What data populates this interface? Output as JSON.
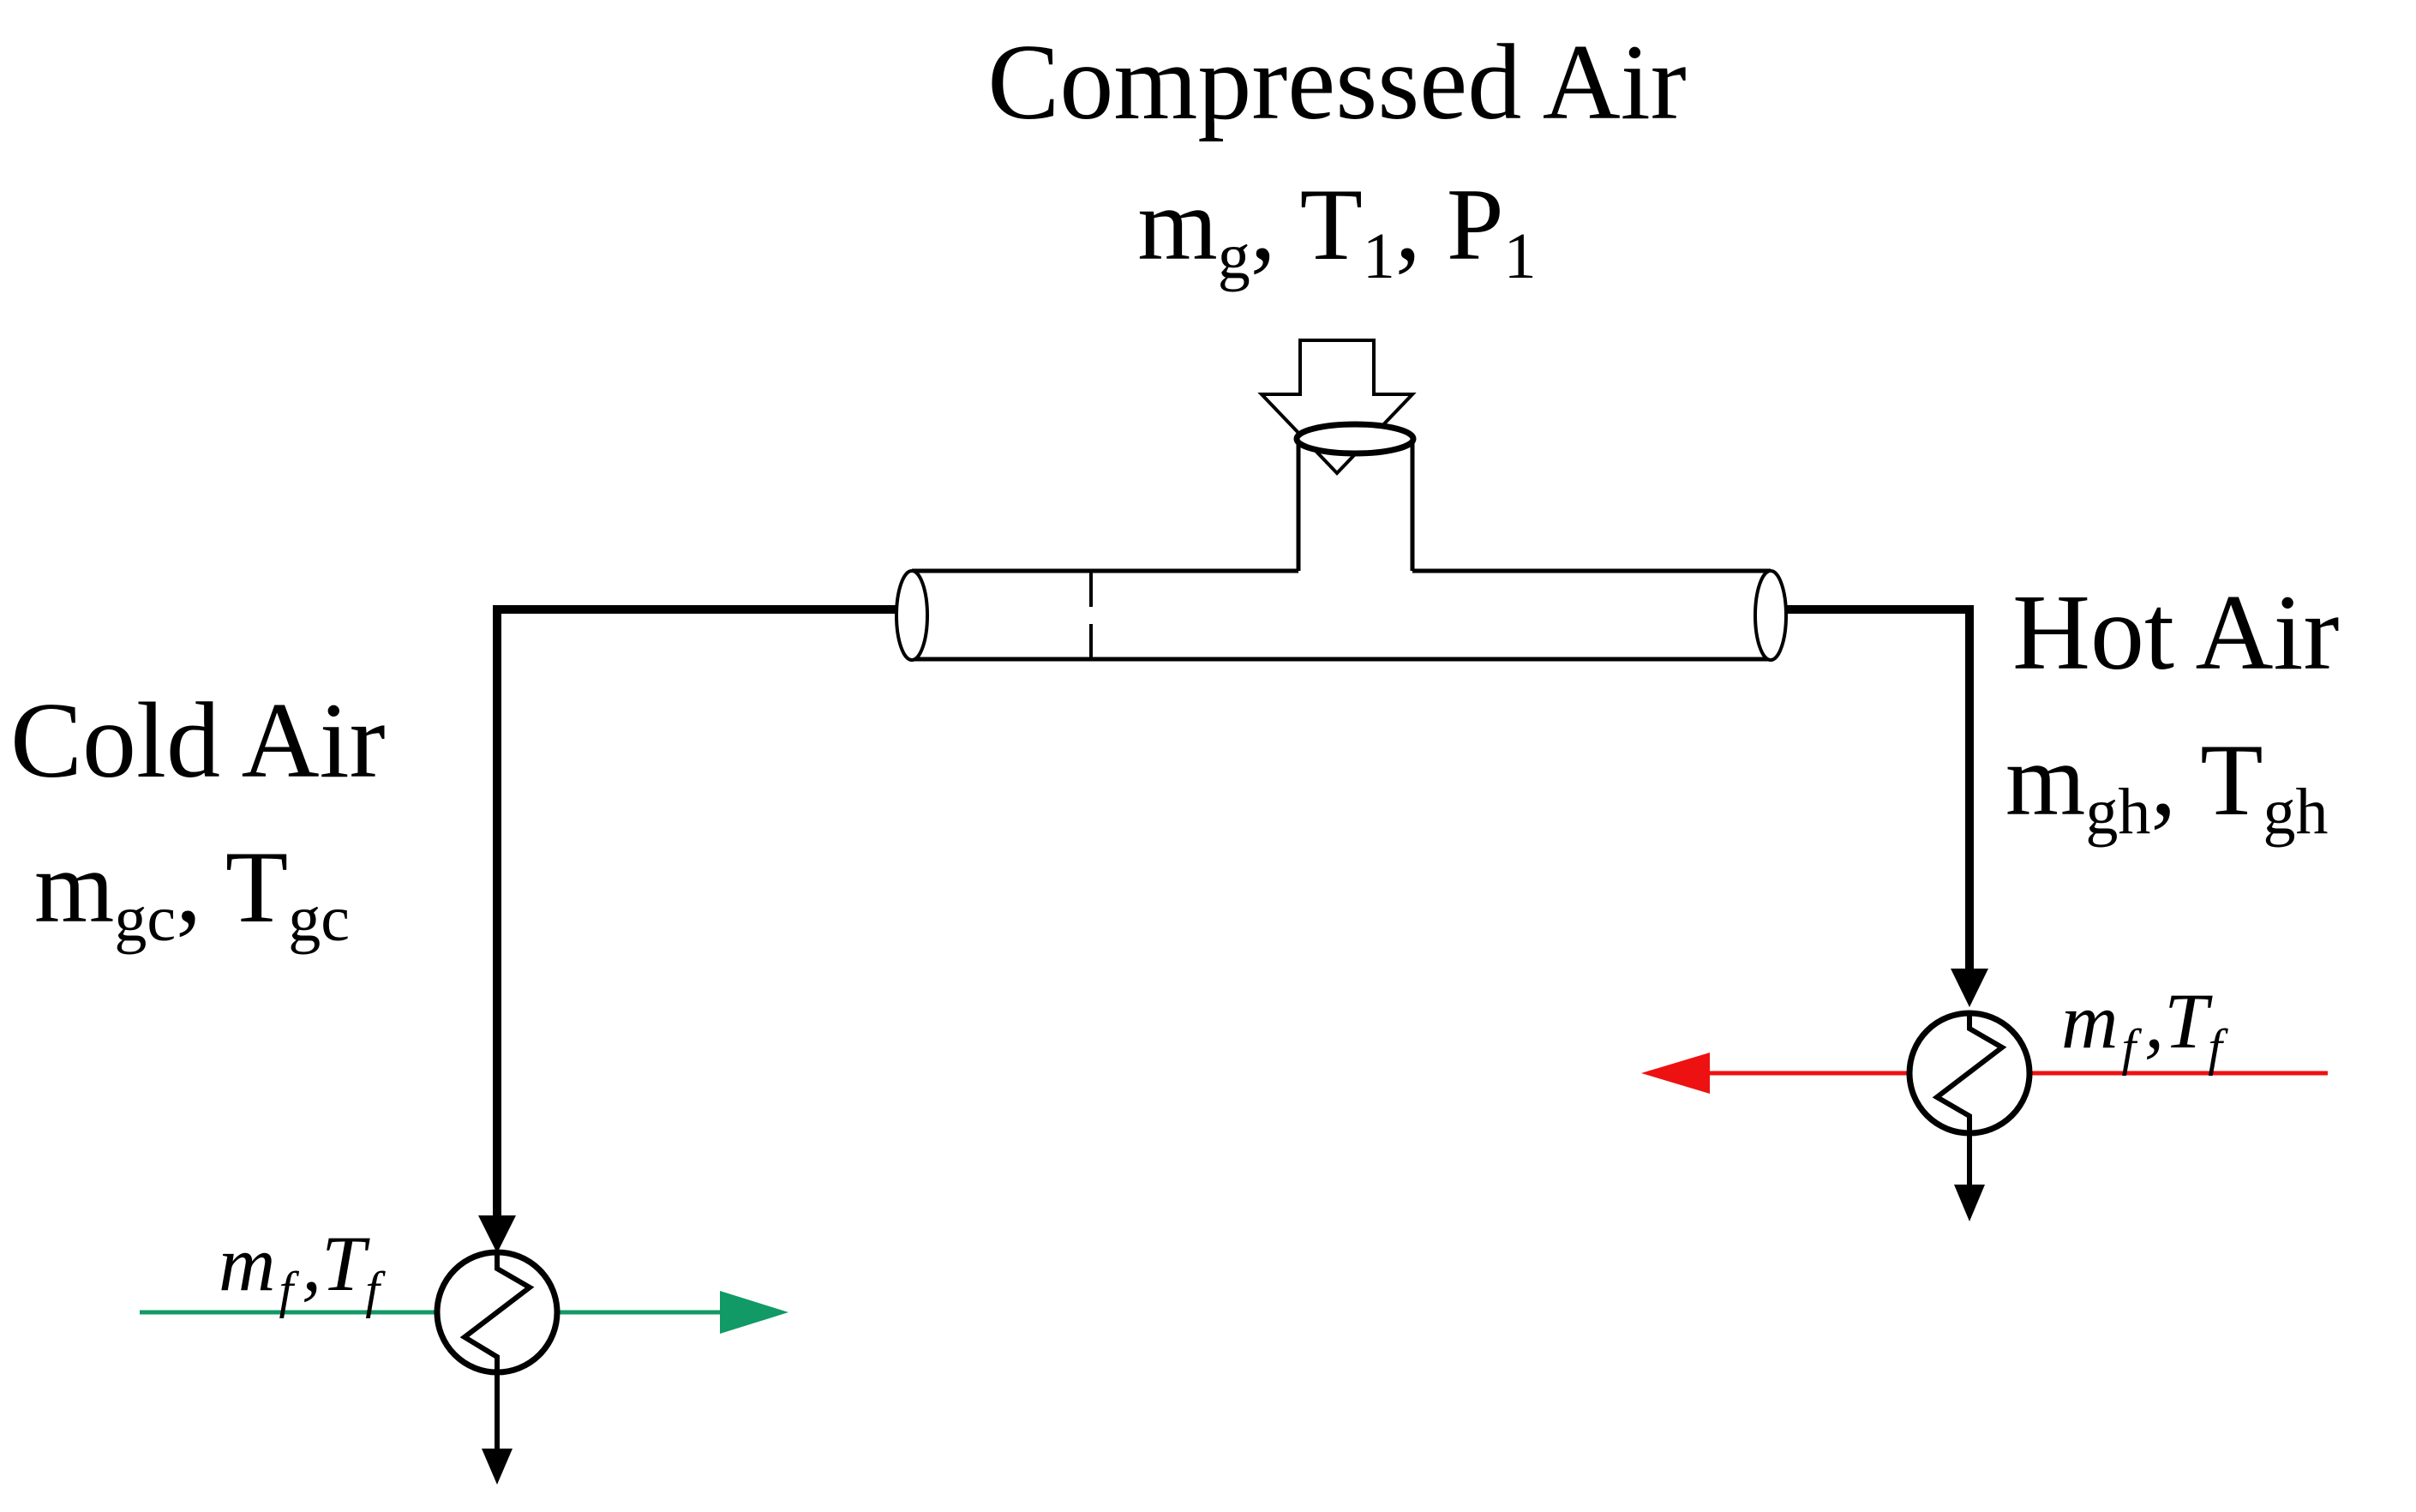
{
  "compressed_air": {
    "title": "Compressed Air",
    "m": "m",
    "m_sub": "g",
    "sep1": ", ",
    "t": "T",
    "t_sub": "1",
    "sep2": ", ",
    "p": "P",
    "p_sub": "1"
  },
  "cold_air": {
    "title": "Cold Air",
    "m": "m",
    "m_sub": "gc",
    "sep": ", ",
    "t": "T",
    "t_sub": "gc"
  },
  "hot_air": {
    "title": "Hot Air",
    "m": "m",
    "m_sub": "gh",
    "sep": ", ",
    "t": "T",
    "t_sub": "gh"
  },
  "cold_exchanger": {
    "m": "m",
    "m_sub": "f",
    "sep": ",",
    "t": "T",
    "t_sub": "f"
  },
  "hot_exchanger": {
    "m": "m",
    "m_sub": "f",
    "sep": ",",
    "t": "T",
    "t_sub": "f"
  },
  "colors": {
    "line": "#000000",
    "cold_fluid": "#119966",
    "hot_fluid": "#ee1111"
  }
}
